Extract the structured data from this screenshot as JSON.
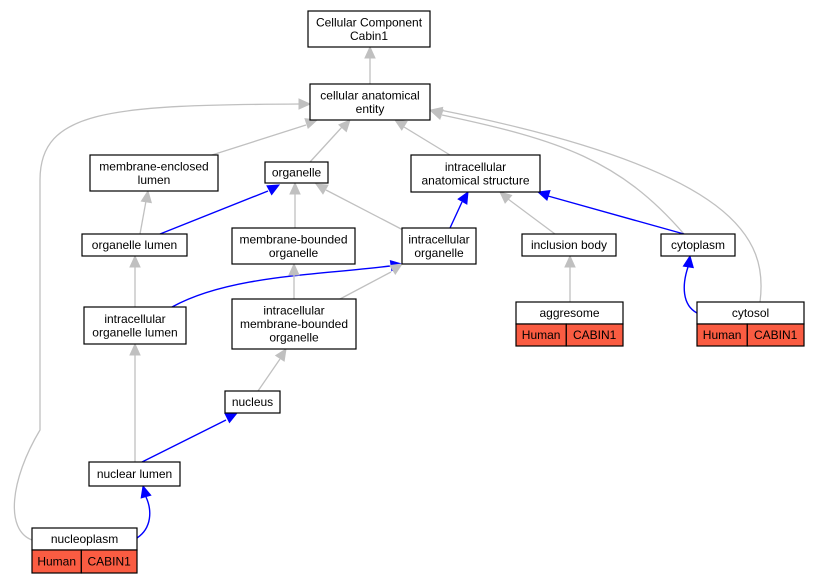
{
  "nodes": {
    "root": {
      "lines": [
        "Cellular Component",
        "Cabin1"
      ]
    },
    "cellular_anatomical_entity": {
      "lines": [
        "cellular anatomical",
        "entity"
      ]
    },
    "membrane_enclosed_lumen": {
      "lines": [
        "membrane-enclosed",
        "lumen"
      ]
    },
    "organelle": {
      "lines": [
        "organelle"
      ]
    },
    "intracellular_anatomical_structure": {
      "lines": [
        "intracellular",
        "anatomical structure"
      ]
    },
    "organelle_lumen": {
      "lines": [
        "organelle lumen"
      ]
    },
    "membrane_bounded_organelle": {
      "lines": [
        "membrane-bounded",
        "organelle"
      ]
    },
    "intracellular_organelle": {
      "lines": [
        "intracellular",
        "organelle"
      ]
    },
    "inclusion_body": {
      "lines": [
        "inclusion body"
      ]
    },
    "cytoplasm": {
      "lines": [
        "cytoplasm"
      ]
    },
    "intracellular_organelle_lumen": {
      "lines": [
        "intracellular",
        "organelle lumen"
      ]
    },
    "intracellular_membrane_bounded_organelle": {
      "lines": [
        "intracellular",
        "membrane-bounded",
        "organelle"
      ]
    },
    "aggresome": {
      "lines": [
        "aggresome"
      ],
      "tags": [
        "Human",
        "CABIN1"
      ]
    },
    "cytosol": {
      "lines": [
        "cytosol"
      ],
      "tags": [
        "Human",
        "CABIN1"
      ]
    },
    "nucleus": {
      "lines": [
        "nucleus"
      ]
    },
    "nuclear_lumen": {
      "lines": [
        "nuclear lumen"
      ]
    },
    "nucleoplasm": {
      "lines": [
        "nucleoplasm"
      ],
      "tags": [
        "Human",
        "CABIN1"
      ]
    }
  },
  "edges": [
    {
      "from": "cellular_anatomical_entity",
      "to": "root",
      "color": "grey"
    },
    {
      "from": "membrane_enclosed_lumen",
      "to": "cellular_anatomical_entity",
      "color": "grey"
    },
    {
      "from": "organelle",
      "to": "cellular_anatomical_entity",
      "color": "grey"
    },
    {
      "from": "intracellular_anatomical_structure",
      "to": "cellular_anatomical_entity",
      "color": "grey"
    },
    {
      "from": "cytoplasm",
      "to": "cellular_anatomical_entity",
      "color": "grey"
    },
    {
      "from": "cytosol",
      "to": "cellular_anatomical_entity",
      "color": "grey"
    },
    {
      "from": "nucleoplasm",
      "to": "cellular_anatomical_entity",
      "color": "grey"
    },
    {
      "from": "organelle_lumen",
      "to": "membrane_enclosed_lumen",
      "color": "grey"
    },
    {
      "from": "organelle_lumen",
      "to": "organelle",
      "color": "blue"
    },
    {
      "from": "membrane_bounded_organelle",
      "to": "organelle",
      "color": "grey"
    },
    {
      "from": "intracellular_organelle",
      "to": "organelle",
      "color": "grey"
    },
    {
      "from": "intracellular_organelle",
      "to": "intracellular_anatomical_structure",
      "color": "blue"
    },
    {
      "from": "inclusion_body",
      "to": "intracellular_anatomical_structure",
      "color": "grey"
    },
    {
      "from": "cytoplasm",
      "to": "intracellular_anatomical_structure",
      "color": "blue"
    },
    {
      "from": "intracellular_organelle_lumen",
      "to": "organelle_lumen",
      "color": "grey"
    },
    {
      "from": "intracellular_organelle_lumen",
      "to": "intracellular_organelle",
      "color": "blue"
    },
    {
      "from": "intracellular_membrane_bounded_organelle",
      "to": "membrane_bounded_organelle",
      "color": "grey"
    },
    {
      "from": "intracellular_membrane_bounded_organelle",
      "to": "intracellular_organelle",
      "color": "grey"
    },
    {
      "from": "aggresome",
      "to": "inclusion_body",
      "color": "grey"
    },
    {
      "from": "cytosol",
      "to": "cytoplasm",
      "color": "blue"
    },
    {
      "from": "nucleus",
      "to": "intracellular_membrane_bounded_organelle",
      "color": "grey"
    },
    {
      "from": "nuclear_lumen",
      "to": "intracellular_organelle_lumen",
      "color": "grey"
    },
    {
      "from": "nuclear_lumen",
      "to": "nucleus",
      "color": "blue"
    },
    {
      "from": "nucleoplasm",
      "to": "nuclear_lumen",
      "color": "blue"
    }
  ],
  "colors": {
    "grey_edge": "#c0c0c0",
    "blue_edge": "#0000ff",
    "tag_fill": "#fa5c42"
  }
}
